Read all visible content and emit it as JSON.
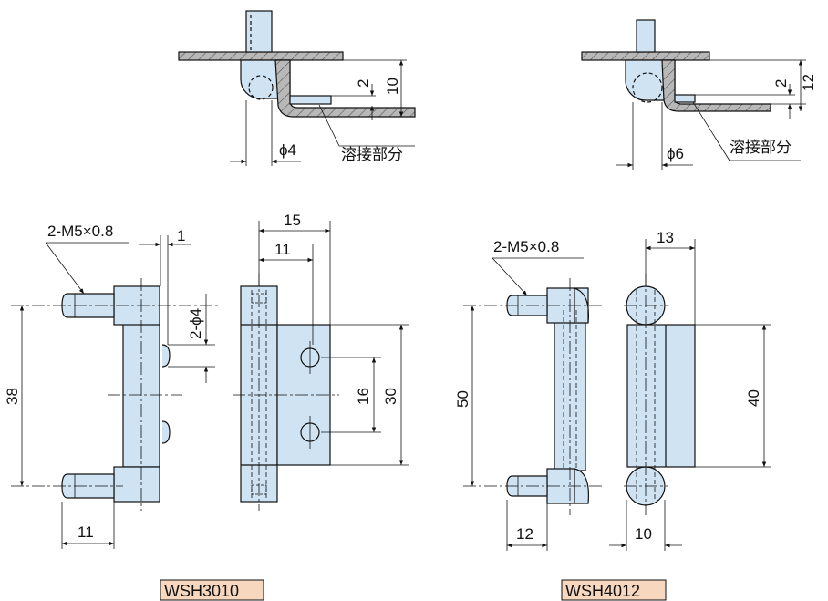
{
  "weld_label": "溶接部分",
  "wsh3010": {
    "model": "WSH3010",
    "top_phi": "ϕ4",
    "top_dim_small": "2",
    "top_dim_large": "10",
    "thread": "2-M5×0.8",
    "dim_1": "1",
    "dim_hole": "2-ϕ4",
    "dim_38": "38",
    "dim_11_bottom": "11",
    "dim_15": "15",
    "dim_11_top": "11",
    "dim_16": "16",
    "dim_30": "30"
  },
  "wsh4012": {
    "model": "WSH4012",
    "top_phi": "ϕ6",
    "top_dim_small": "2",
    "top_dim_large": "12",
    "thread": "2-M5×0.8",
    "dim_50": "50",
    "dim_12": "12",
    "dim_13": "13",
    "dim_40": "40",
    "dim_10": "10"
  },
  "colors": {
    "part_fill": "#cfe3f3",
    "plate_fill": "#a9a9a9",
    "label_bg": "#f7d8bf"
  }
}
